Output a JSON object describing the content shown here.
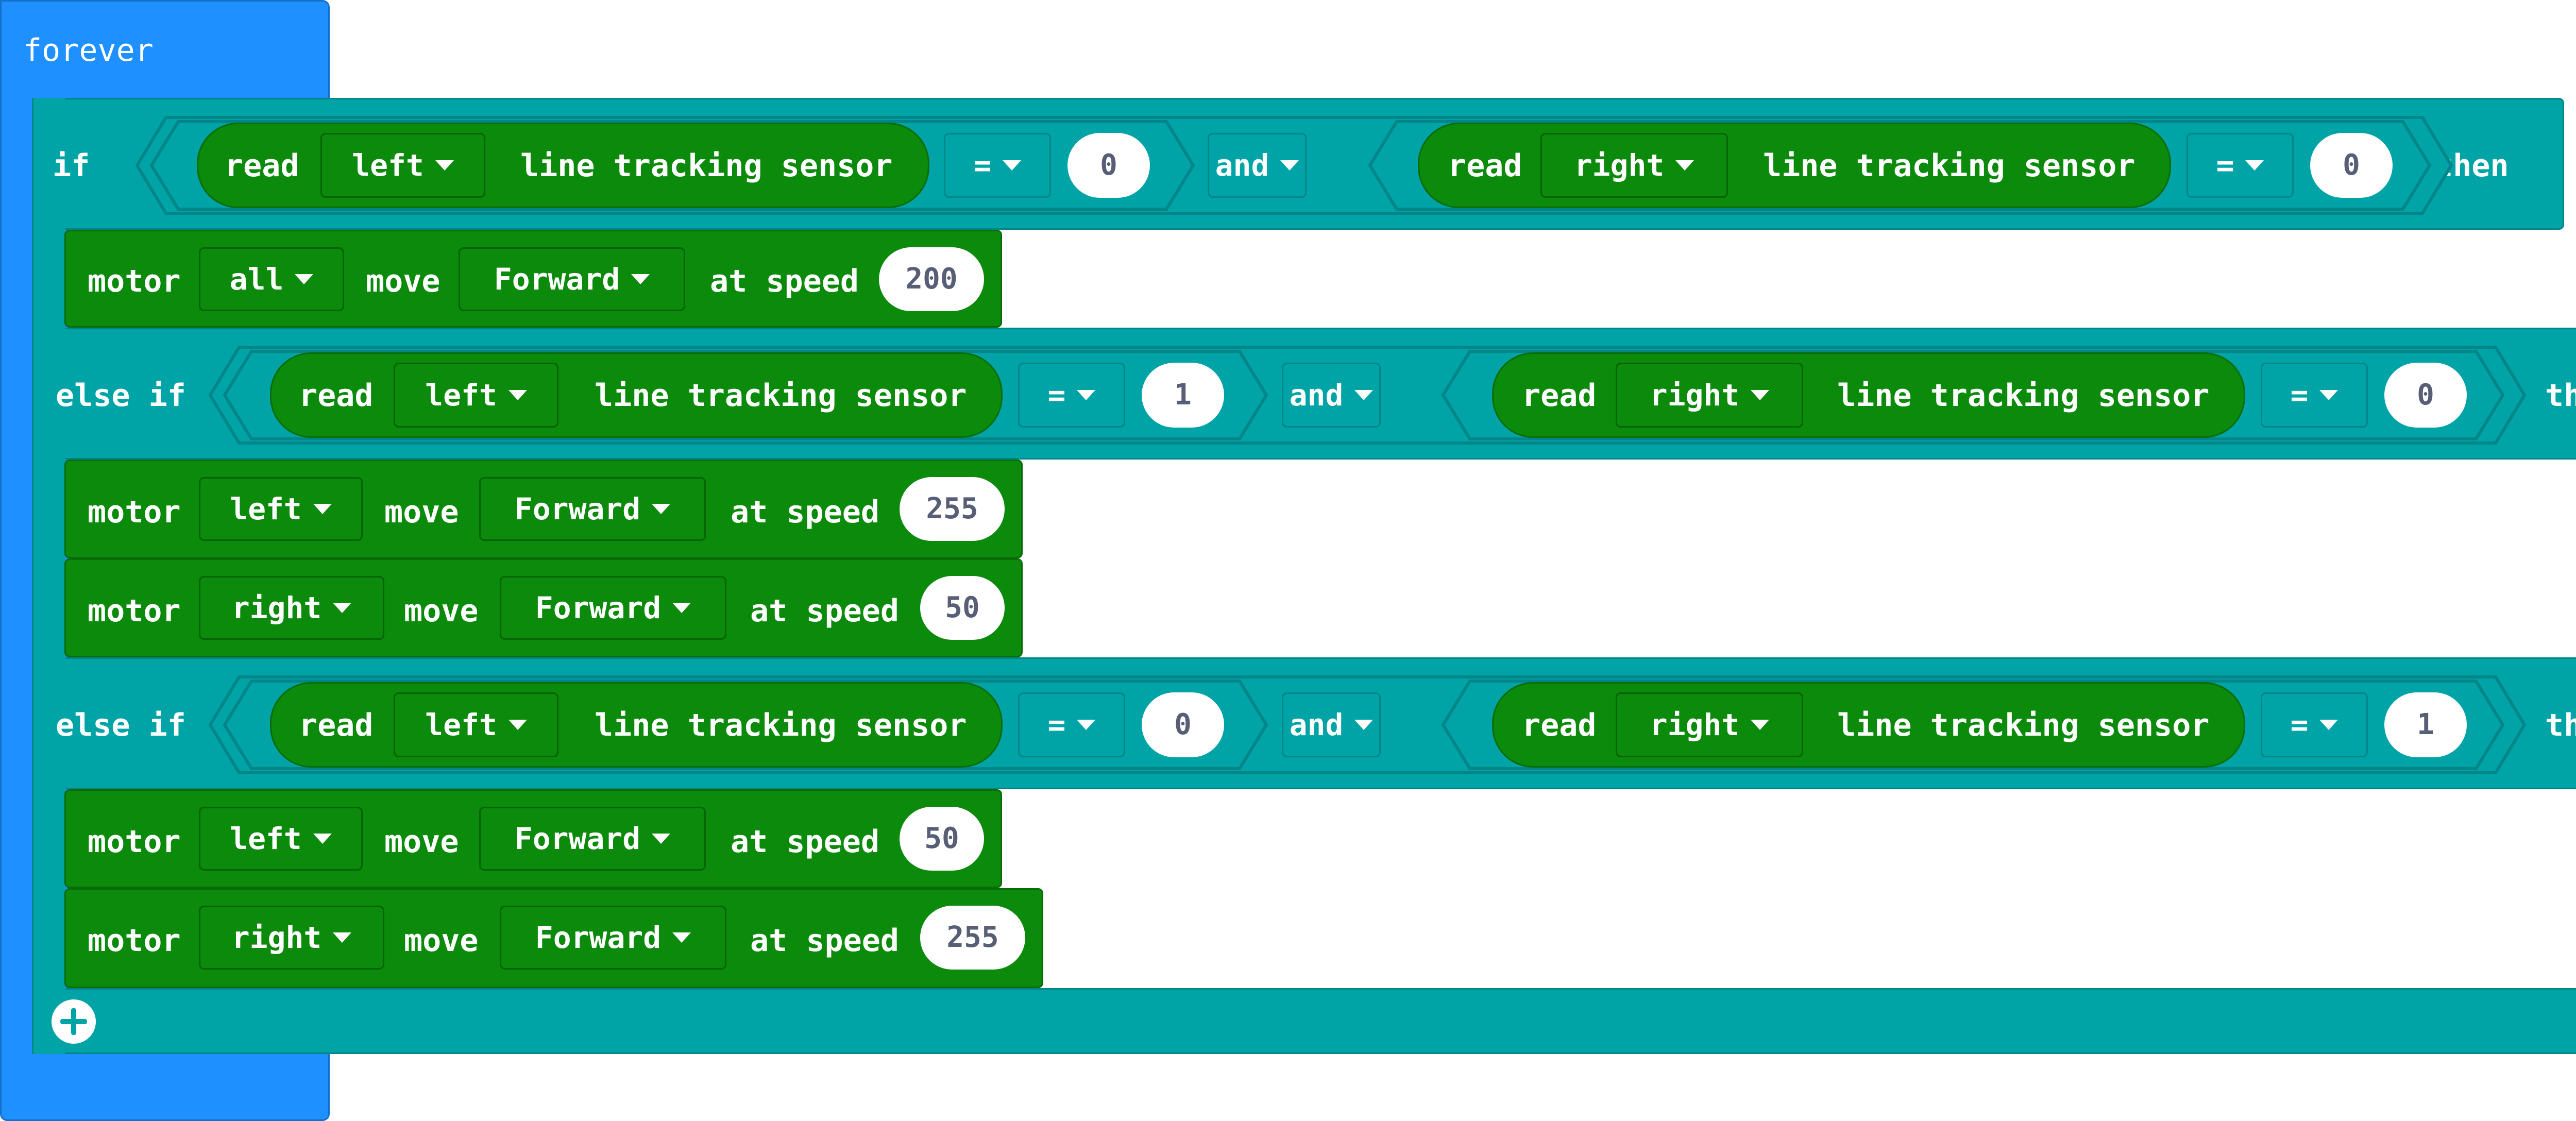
{
  "forever_label": "forever",
  "kw": {
    "if": "if",
    "else_if": "else if",
    "then": "then",
    "and": "and",
    "read": "read",
    "line_tracking_sensor": "line tracking sensor",
    "motor": "motor",
    "move": "move",
    "at_speed": "at speed",
    "eq": "="
  },
  "conditions": [
    {
      "left_side": "left",
      "left_value": "0",
      "right_side": "right",
      "right_value": "0"
    },
    {
      "left_side": "left",
      "left_value": "1",
      "right_side": "right",
      "right_value": "0"
    },
    {
      "left_side": "left",
      "left_value": "0",
      "right_side": "right",
      "right_value": "1"
    }
  ],
  "motors": [
    {
      "target": "all",
      "direction": "Forward",
      "speed": "200"
    },
    {
      "target": "left",
      "direction": "Forward",
      "speed": "255"
    },
    {
      "target": "right",
      "direction": "Forward",
      "speed": "50"
    },
    {
      "target": "left",
      "direction": "Forward",
      "speed": "50"
    },
    {
      "target": "right",
      "direction": "Forward",
      "speed": "255"
    }
  ],
  "colors": {
    "loops": "#1e90ff",
    "logic": "#00a4a6",
    "motor": "#0b8a0b"
  },
  "icons": {
    "remove": "minus-circle-icon",
    "add": "plus-circle-icon",
    "dropdown": "caret-down-icon"
  }
}
